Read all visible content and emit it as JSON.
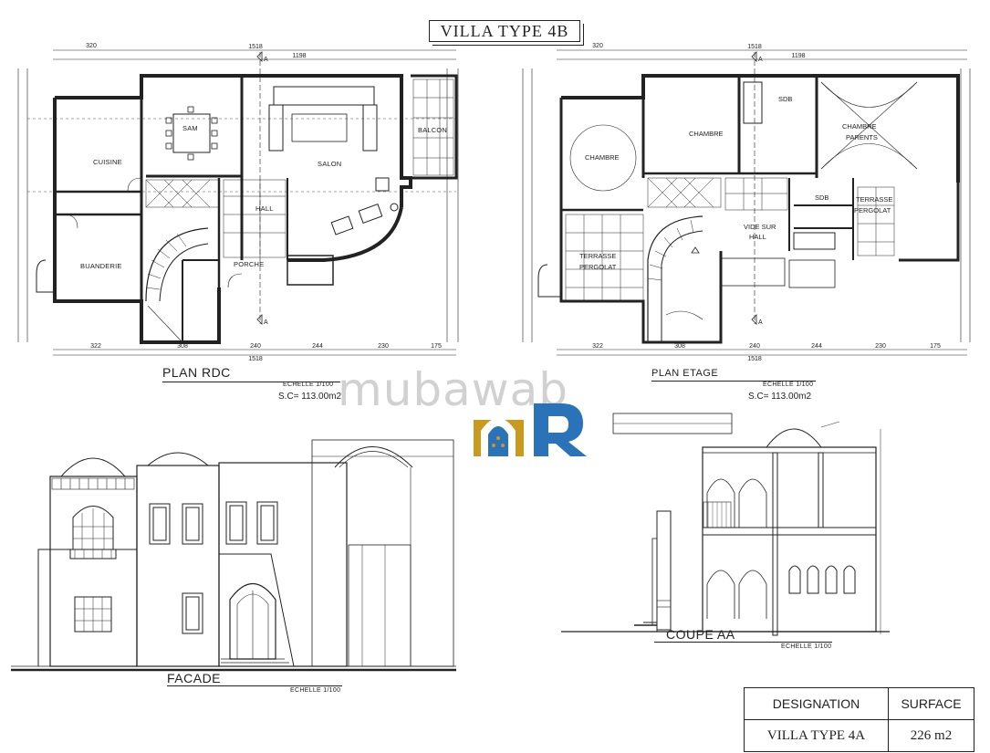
{
  "title": "VILLA TYPE 4B",
  "plans": {
    "rdc": {
      "label": "PLAN RDC",
      "scale": "ECHELLE 1/100",
      "surface": "S.C= 113.00m2"
    },
    "etage": {
      "label": "PLAN ETAGE",
      "scale": "ECHELLE 1/100",
      "surface": "S.C= 113.00m2"
    }
  },
  "elevations": {
    "facade": {
      "label": "FACADE",
      "scale": "ECHELLE 1/100"
    },
    "coupe": {
      "label": "COUPE AA",
      "scale": "ECHELLE 1/100"
    }
  },
  "rooms_rdc": {
    "sam": "SAM",
    "salon": "SALON",
    "balcon": "BALCON",
    "cuisine": "CUISINE",
    "hall": "HALL",
    "buanderie": "BUANDERIE",
    "porche": "PORCHE"
  },
  "rooms_etage": {
    "chambre1": "CHAMBRE",
    "chambre2": "CHAMBRE",
    "sdb1": "SDB",
    "parents_1": "CHAMBRE",
    "parents_2": "PARENTS",
    "terrasse1_1": "TERRASSE",
    "terrasse1_2": "PERGOLAT",
    "vide_1": "VIDE SUR",
    "vide_2": "HALL",
    "sdb2": "SDB",
    "terrasse2_1": "TERRASSE",
    "terrasse2_2": "PERGOLAT"
  },
  "dimensions": {
    "top_total": "1518",
    "top_left": "320",
    "top_right": "1198",
    "bottom_total": "1518",
    "bottom": [
      "322",
      "308",
      "240",
      "244",
      "230",
      "175"
    ]
  },
  "section_marker": "A",
  "watermark": "mubawab",
  "table": {
    "headers": [
      "DESIGNATION",
      "SURFACE"
    ],
    "row": [
      "VILLA TYPE 4A",
      "226 m2"
    ]
  },
  "colors": {
    "logo_blue": "#2a73b8",
    "logo_gold": "#c99a1e",
    "line": "#222222"
  }
}
